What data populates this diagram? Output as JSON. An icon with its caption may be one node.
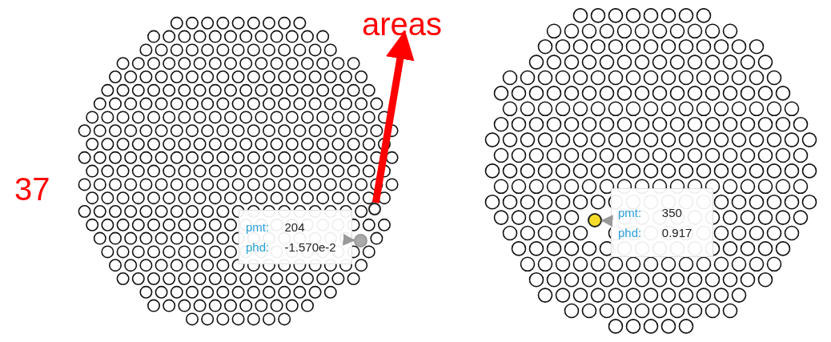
{
  "diagram": {
    "nodes": [
      {
        "text": [
          "pmt:",
          "204",
          "phd:",
          "-1.570e-2"
        ]
      },
      {
        "text": [],
        "shape": "circle"
      },
      {
        "text": [],
        "shape": "circle"
      },
      {
        "text": [
          "areas"
        ]
      },
      {
        "text": [
          "pmt:",
          "350",
          "phd:",
          "0.917"
        ]
      },
      {
        "text": [],
        "shape": "circle"
      }
    ],
    "edges": [
      {
        "from": 0,
        "to": 1,
        "arrow": "to",
        "color": "#999999"
      },
      {
        "from": 2,
        "to": 3,
        "arrow": "to",
        "style": "thick",
        "color": "#ff0000"
      },
      {
        "from": 4,
        "to": 5,
        "arrow": "to",
        "color": "#999999"
      }
    ],
    "labels": [
      "37"
    ]
  }
}
